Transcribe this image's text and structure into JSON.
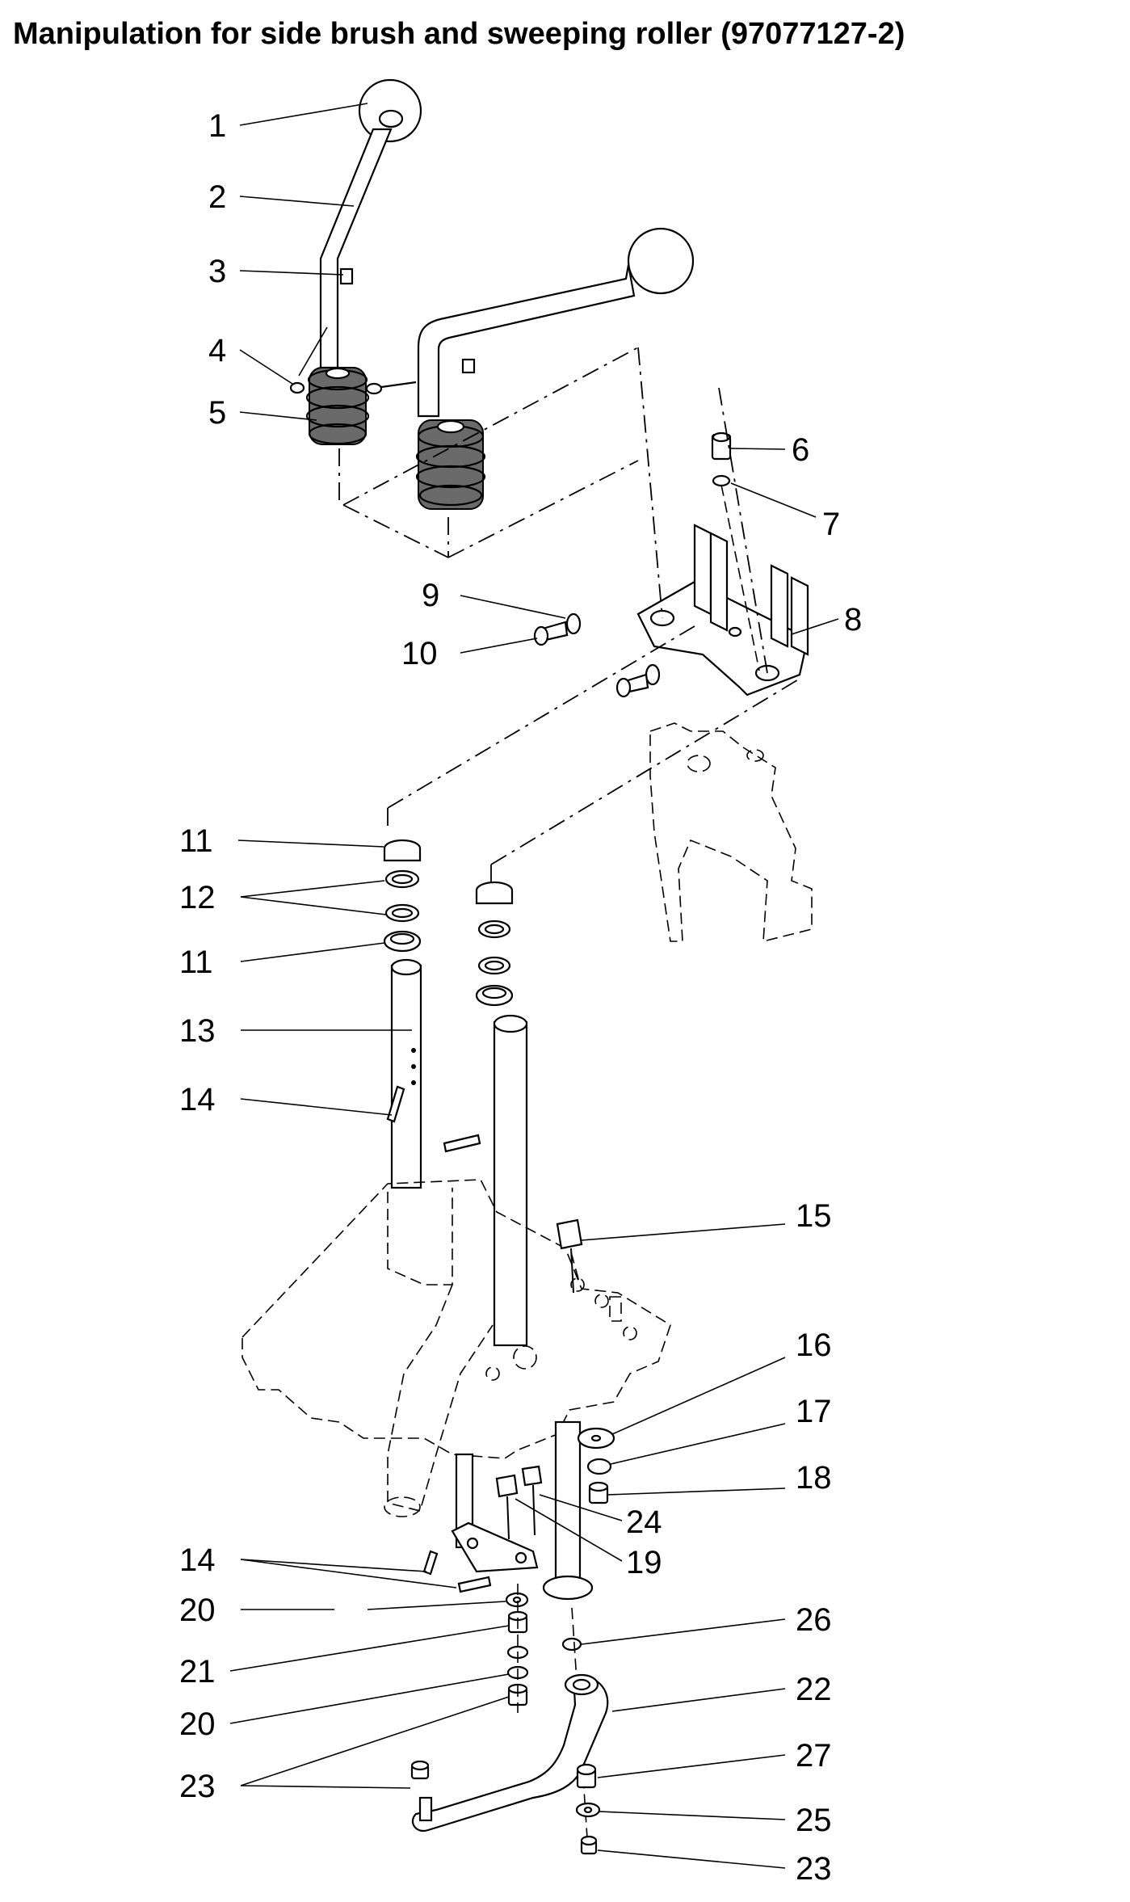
{
  "title": "Manipulation for side brush and sweeping roller (97077127-2)",
  "callouts": [
    {
      "id": "c1",
      "number": "1"
    },
    {
      "id": "c2",
      "number": "2"
    },
    {
      "id": "c3",
      "number": "3"
    },
    {
      "id": "c4",
      "number": "4"
    },
    {
      "id": "c5",
      "number": "5"
    },
    {
      "id": "c6",
      "number": "6"
    },
    {
      "id": "c7",
      "number": "7"
    },
    {
      "id": "c8",
      "number": "8"
    },
    {
      "id": "c9",
      "number": "9"
    },
    {
      "id": "c10",
      "number": "10"
    },
    {
      "id": "c11a",
      "number": "11"
    },
    {
      "id": "c12",
      "number": "12"
    },
    {
      "id": "c11b",
      "number": "11"
    },
    {
      "id": "c13",
      "number": "13"
    },
    {
      "id": "c14a",
      "number": "14"
    },
    {
      "id": "c15",
      "number": "15"
    },
    {
      "id": "c16",
      "number": "16"
    },
    {
      "id": "c17",
      "number": "17"
    },
    {
      "id": "c18",
      "number": "18"
    },
    {
      "id": "c24",
      "number": "24"
    },
    {
      "id": "c19",
      "number": "19"
    },
    {
      "id": "c14b",
      "number": "14"
    },
    {
      "id": "c20a",
      "number": "20"
    },
    {
      "id": "c26",
      "number": "26"
    },
    {
      "id": "c21",
      "number": "21"
    },
    {
      "id": "c22",
      "number": "22"
    },
    {
      "id": "c20b",
      "number": "20"
    },
    {
      "id": "c23a",
      "number": "23"
    },
    {
      "id": "c27",
      "number": "27"
    },
    {
      "id": "c25",
      "number": "25"
    },
    {
      "id": "c23b",
      "number": "23"
    }
  ]
}
